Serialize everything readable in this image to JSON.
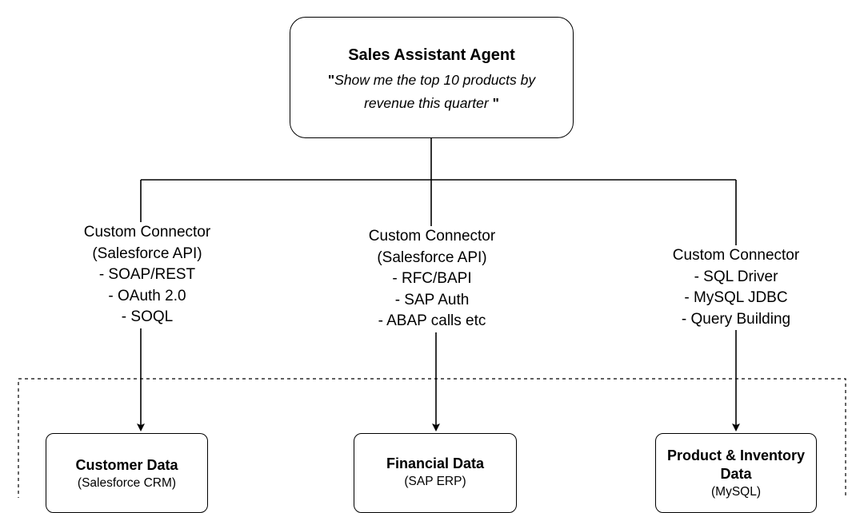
{
  "agent": {
    "title": "Sales Assistant Agent",
    "quote_line1": "Show me the top 10 products by",
    "quote_line2": "revenue this quarter"
  },
  "connectors": [
    {
      "title": "Custom Connector",
      "details": [
        "(Salesforce API)",
        "- SOAP/REST",
        "- OAuth 2.0",
        "- SOQL"
      ]
    },
    {
      "title": "Custom Connector",
      "details": [
        "(Salesforce API)",
        "- RFC/BAPI",
        "- SAP Auth",
        "- ABAP calls etc"
      ]
    },
    {
      "title": "Custom Connector",
      "details": [
        "- SQL Driver",
        "- MySQL JDBC",
        "- Query Building"
      ]
    }
  ],
  "sources": [
    {
      "title": "Customer Data",
      "subtitle": "(Salesforce CRM)"
    },
    {
      "title": "Financial Data",
      "subtitle": "(SAP ERP)"
    },
    {
      "title_line1": "Product & Inventory",
      "title_line2": "Data",
      "subtitle": "(MySQL)"
    }
  ]
}
